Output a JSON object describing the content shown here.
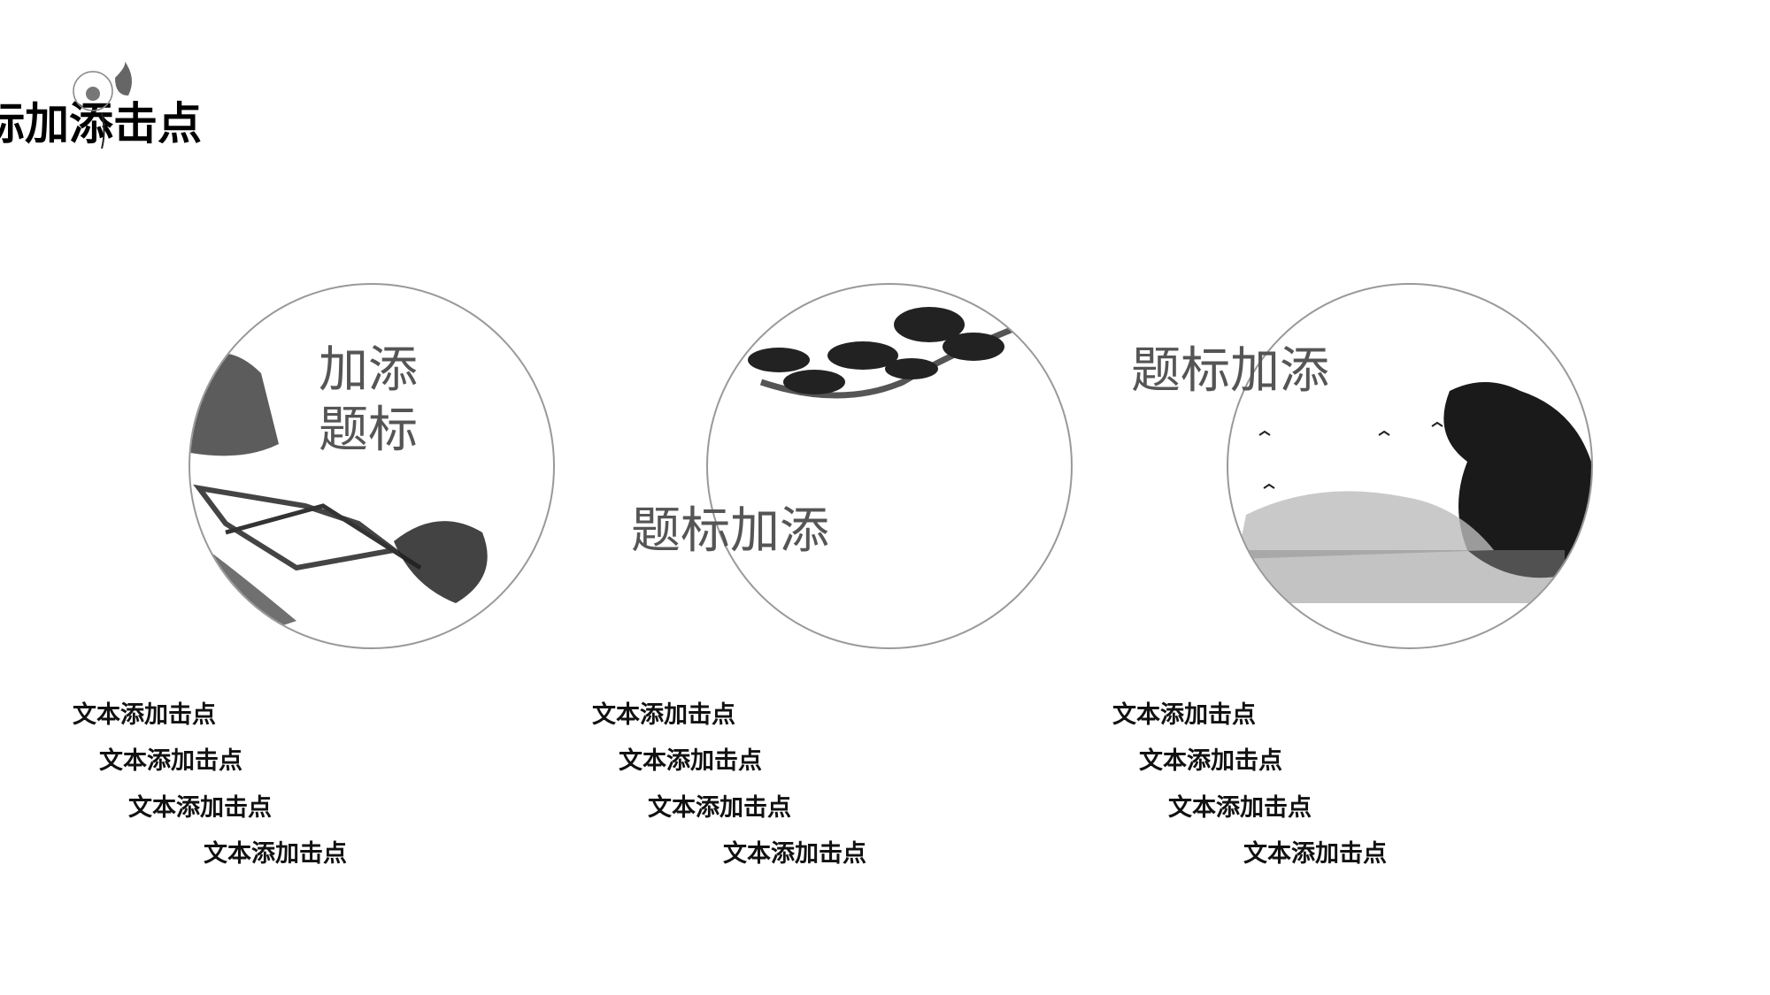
{
  "page": {
    "title": "标加添击点"
  },
  "sections": [
    {
      "heading_lines": [
        "加添",
        "题标"
      ],
      "items": [
        "文本添加击点",
        "文本添加击点",
        "文本添加击点",
        "文本添加击点"
      ]
    },
    {
      "heading": "题标加添",
      "items": [
        "文本添加击点",
        "文本添加击点",
        "文本添加击点",
        "文本添加击点"
      ]
    },
    {
      "heading": "题标加添",
      "items": [
        "文本添加击点",
        "文本添加击点",
        "文本添加击点",
        "文本添加击点"
      ]
    }
  ],
  "colors": {
    "circle_border": "#999999",
    "heading": "#555555",
    "ink": "#111111"
  }
}
